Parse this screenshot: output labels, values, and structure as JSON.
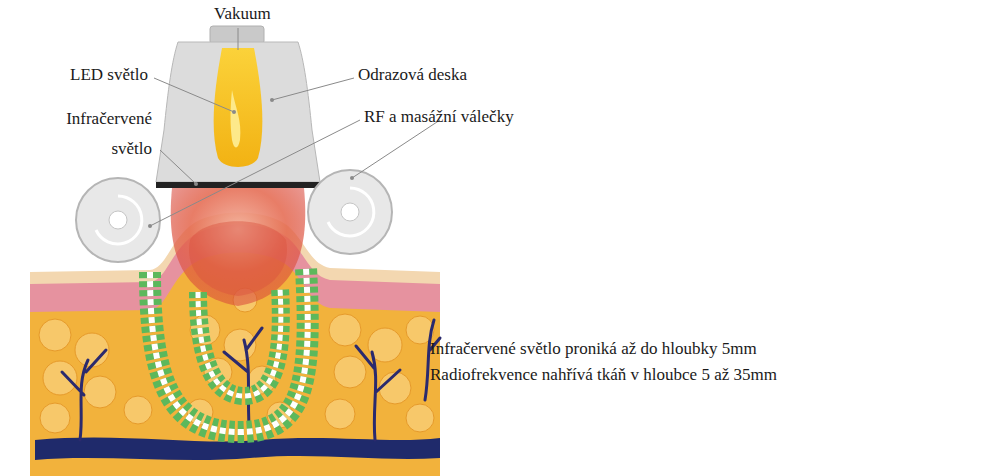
{
  "diagram": {
    "labels": [
      "Vakuum",
      "LED světlo",
      "Odrazová deska",
      "Infračervené světlo",
      "RF a masážní válečky",
      "Infračervené světlo proniká až do hloubky 5mm",
      "Radiofrekvence nahřívá tkáň v hloubce 5 až 35mm"
    ]
  }
}
